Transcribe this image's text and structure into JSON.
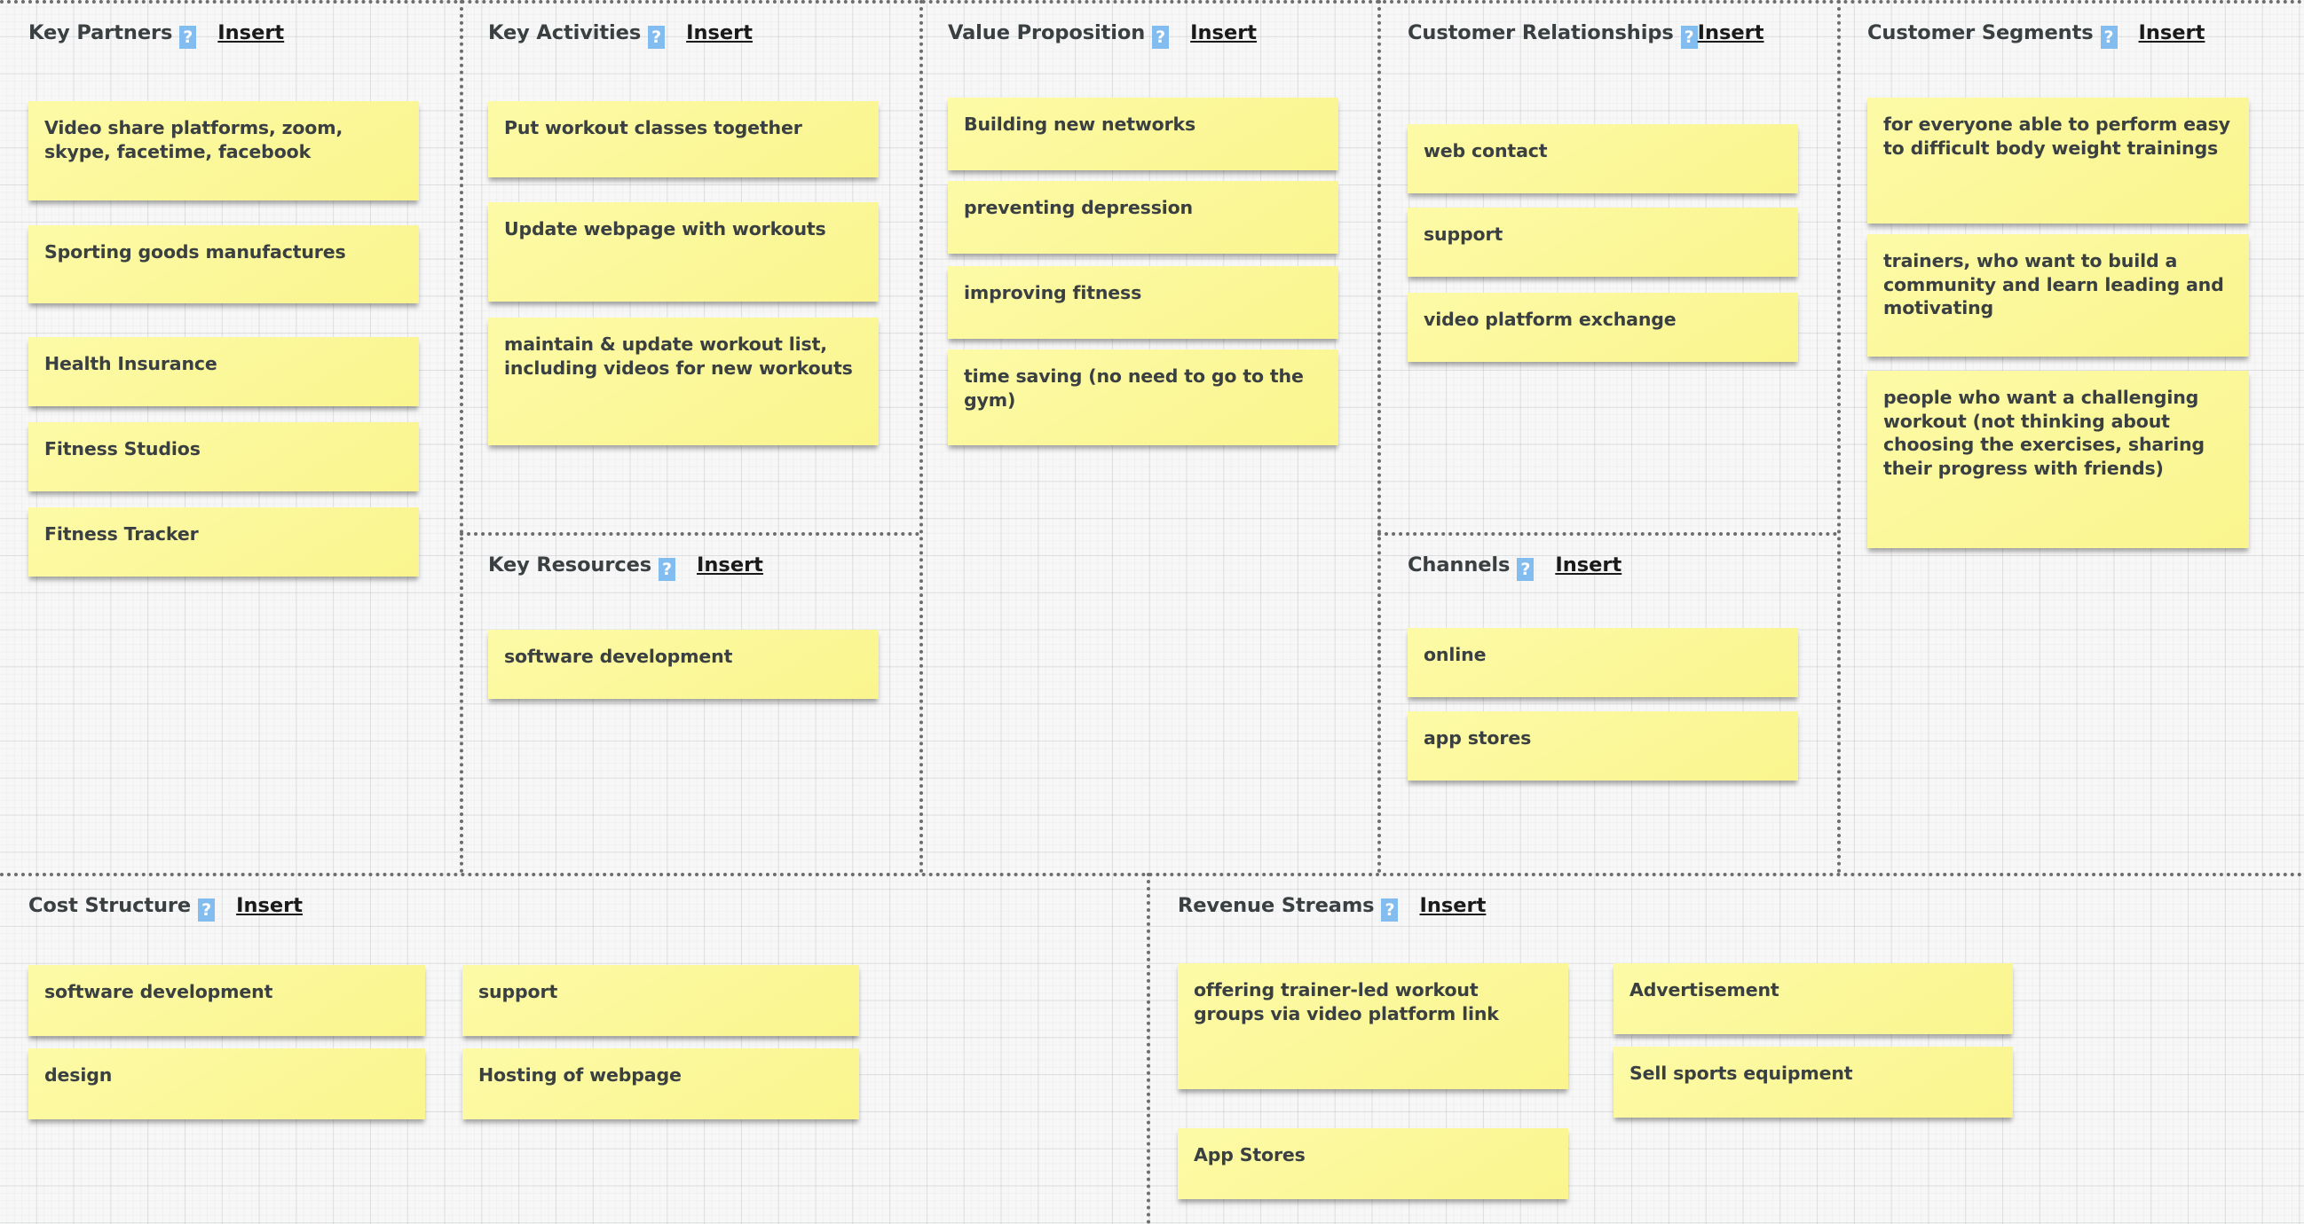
{
  "canvas": {
    "help_badge_label": "?",
    "insert_label": "Insert",
    "accent_badge_color": "#83bcef",
    "note_color": "#fbf89c",
    "text_color": "#3a3f41"
  },
  "sections": {
    "key_partners": {
      "title": "Key Partners",
      "notes": [
        "Video share platforms, zoom, skype, facetime, facebook",
        "Sporting goods manufactures",
        "Health Insurance",
        "Fitness Studios",
        "Fitness Tracker"
      ]
    },
    "key_activities": {
      "title": "Key Activities",
      "notes": [
        "Put workout classes together",
        "Update webpage with workouts",
        "maintain & update workout list, including videos for new workouts"
      ]
    },
    "key_resources": {
      "title": "Key Resources",
      "notes": [
        "software development"
      ]
    },
    "value_proposition": {
      "title": "Value Proposition",
      "notes": [
        "Building new networks",
        "preventing depression",
        "improving fitness",
        "time saving (no need to go to the gym)"
      ]
    },
    "customer_relationships": {
      "title": "Customer Relationships",
      "notes": [
        "web contact",
        "support",
        "video platform exchange"
      ]
    },
    "channels": {
      "title": "Channels",
      "notes": [
        "online",
        "app stores"
      ]
    },
    "customer_segments": {
      "title": "Customer Segments",
      "notes": [
        "for everyone able to perform easy to difficult body weight trainings",
        "trainers, who want to build a community and learn leading and motivating",
        "people who want a challenging workout (not thinking about choosing the exercises, sharing their progress with friends)"
      ]
    },
    "cost_structure": {
      "title": "Cost Structure",
      "notes_col1": [
        "software development",
        "design"
      ],
      "notes_col2": [
        "support",
        "Hosting of webpage"
      ]
    },
    "revenue_streams": {
      "title": "Revenue Streams",
      "notes_col1": [
        "offering trainer-led workout groups via video platform link",
        "App Stores"
      ],
      "notes_col2": [
        "Advertisement",
        "Sell sports equipment"
      ]
    }
  }
}
